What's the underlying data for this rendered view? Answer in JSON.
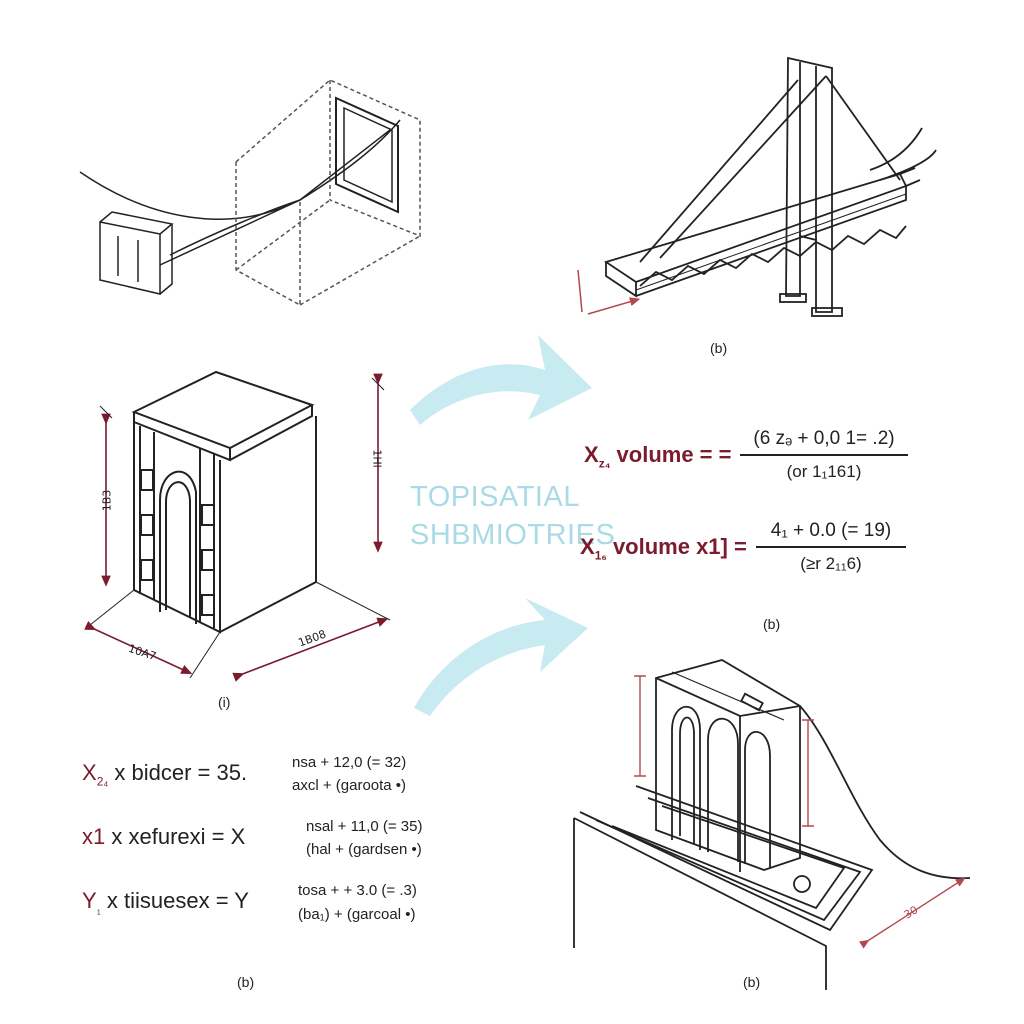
{
  "captions": {
    "top_right": "(b)",
    "building": "(i)",
    "formulas_right": "(b)",
    "bottom_left": "(b)",
    "bottom_right": "(b)"
  },
  "center_title": {
    "line1": "TOPISATIAL",
    "line2": "SHBMIOTRIES"
  },
  "right_equations": [
    {
      "lhs_var": "X",
      "lhs_sub": "z₄",
      "lhs_text": "volume = =",
      "numerator": "(6 zₔ + 0,0 1= .2)",
      "denominator": "(or 1₁161)"
    },
    {
      "lhs_var": "X",
      "lhs_sub": "1₆",
      "lhs_text": "volume x1] =",
      "numerator": "4₁ + 0.0 (= 19)",
      "denominator": "(≥r 2₁₁6)"
    }
  ],
  "left_equations": [
    {
      "lhs_var": "X",
      "lhs_sub": "2₄",
      "lhs_text": "x bidcer = 35.",
      "top": "nsa + 12,0 (= 32)",
      "bottom": "axcl + (garoota •)"
    },
    {
      "lhs_var": "x1",
      "lhs_sub": "",
      "lhs_text": "x xefurexi = X",
      "top": "nsal + 11,0 (= 35)",
      "bottom": "(hal + (gardsen •)"
    },
    {
      "lhs_var": "Y",
      "lhs_sub": "₁",
      "lhs_text": "x tiisuesex = Y",
      "top": "tosa + + 3.0 (= .3)",
      "bottom": "(ba₁) + (garcoal •)"
    }
  ],
  "dimensions": {
    "building_left": "1B3",
    "building_right": "1Hl",
    "building_base_left": "10A7",
    "building_base_right": "1B08",
    "gate_right": "30"
  },
  "colors": {
    "ink": "#222222",
    "maroon": "#7a1b2e",
    "dimension_red": "#b5484f",
    "arrow": "#c8ebf1",
    "title_blue": "#a9dbe6"
  },
  "icons": [
    "curved-arrow-icon",
    "curved-arrow-icon"
  ]
}
